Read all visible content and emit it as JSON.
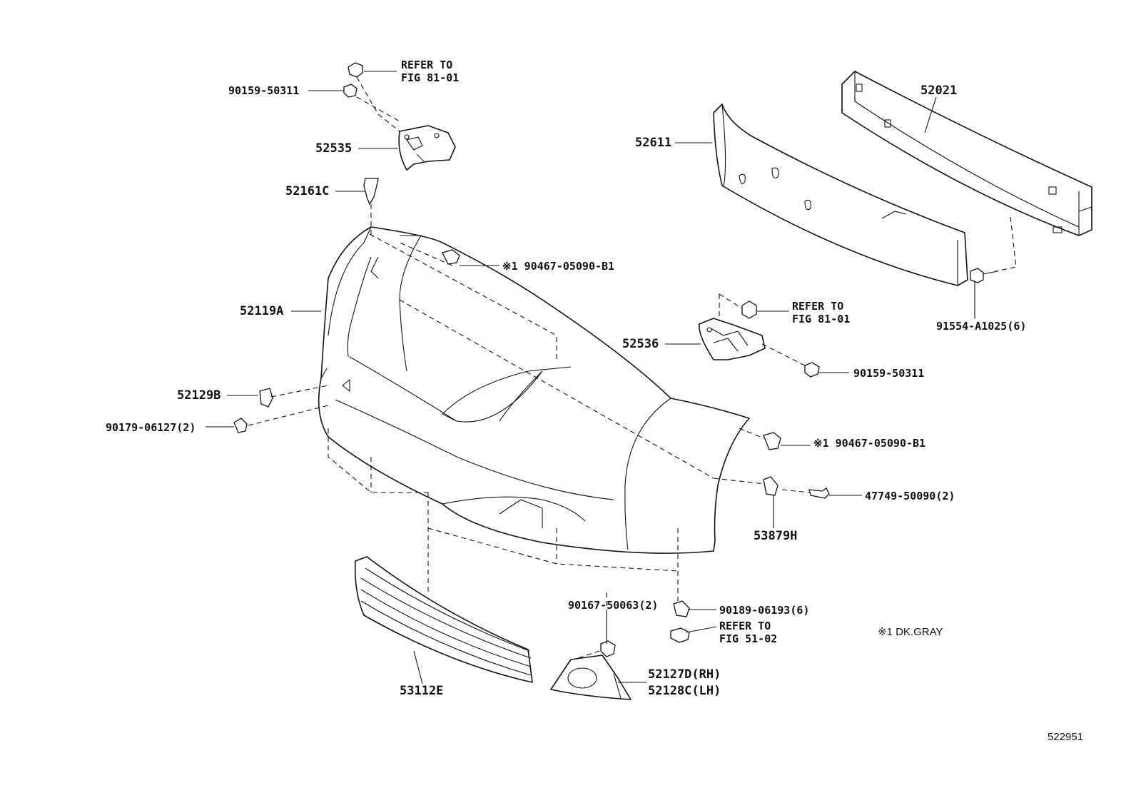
{
  "labels": {
    "refer_top_1": "REFER TO",
    "refer_top_2": "FIG 81-01",
    "p90159_top": "90159-50311",
    "p52535": "52535",
    "p52161c": "52161C",
    "p90467_top": "※1 90467-05090-B1",
    "p52119a": "52119A",
    "p52129b": "52129B",
    "p90179": "90179-06127(2)",
    "p52611": "52611",
    "p52021": "52021",
    "p91554": "91554-A1025(6)",
    "refer_mid_1": "REFER TO",
    "refer_mid_2": "FIG 81-01",
    "p52536": "52536",
    "p90159_mid": "90159-50311",
    "p90467_mid": "※1 90467-05090-B1",
    "p47749": "47749-50090(2)",
    "p53879h": "53879H",
    "p90167": "90167-50063(2)",
    "p90189": "90189-06193(6)",
    "refer_bot_1": "REFER TO",
    "refer_bot_2": "FIG 51-02",
    "note": "※1 DK.GRAY",
    "p52127d": "52127D(RH)",
    "p52128c": "52128C(LH)",
    "p53112e": "53112E",
    "doc_number": "522951"
  }
}
